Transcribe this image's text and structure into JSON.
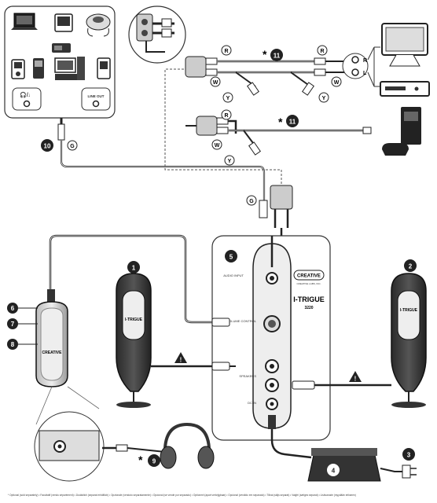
{
  "markers": {
    "speaker_left": "1",
    "speaker_right": "2",
    "power_plug": "3",
    "power_adapter": "4",
    "control_pod": "5",
    "remote_part_6": "6",
    "remote_part_7": "7",
    "remote_part_8": "8",
    "headphones": "9",
    "audio_cable": "10",
    "rca_cable_top": "11",
    "rca_cable_bottom": "11"
  },
  "optional_mark": "*",
  "connector_letters": {
    "R": "R",
    "W": "W",
    "Y": "Y",
    "G": "G",
    "L": "L"
  },
  "ports": {
    "headphone_symbol": "🎧/♩",
    "line_out": "LINE OUT"
  },
  "pod": {
    "brand": "CREATIVE",
    "brand_sub": "CREATIVE LABS, INC.",
    "product": "I-TRIGUE",
    "model": "3220",
    "audio_input": "AUDIO INPUT",
    "volume_control": "VOLUME CONTROL",
    "speakers": "SPEAKERS",
    "dc_in": "DC IN"
  },
  "speaker_brand": "I-TRIGUE",
  "remote_brand": "CREATIVE",
  "warning_symbol": "!",
  "footer_text": "* Optional (sold separately) • Facultatif (vendu séparément) • Zusätzlich (separat erhältlich) • Opzionale (venduto separatamente) • Opcional (se vende por separado) • Optioneel (apart verkrijgbaar) • Opcional (vendido em separado) • Tillval (säljs separat) • Valgfri (sælges separat) • Lisävaruste (myydään erikseen)"
}
